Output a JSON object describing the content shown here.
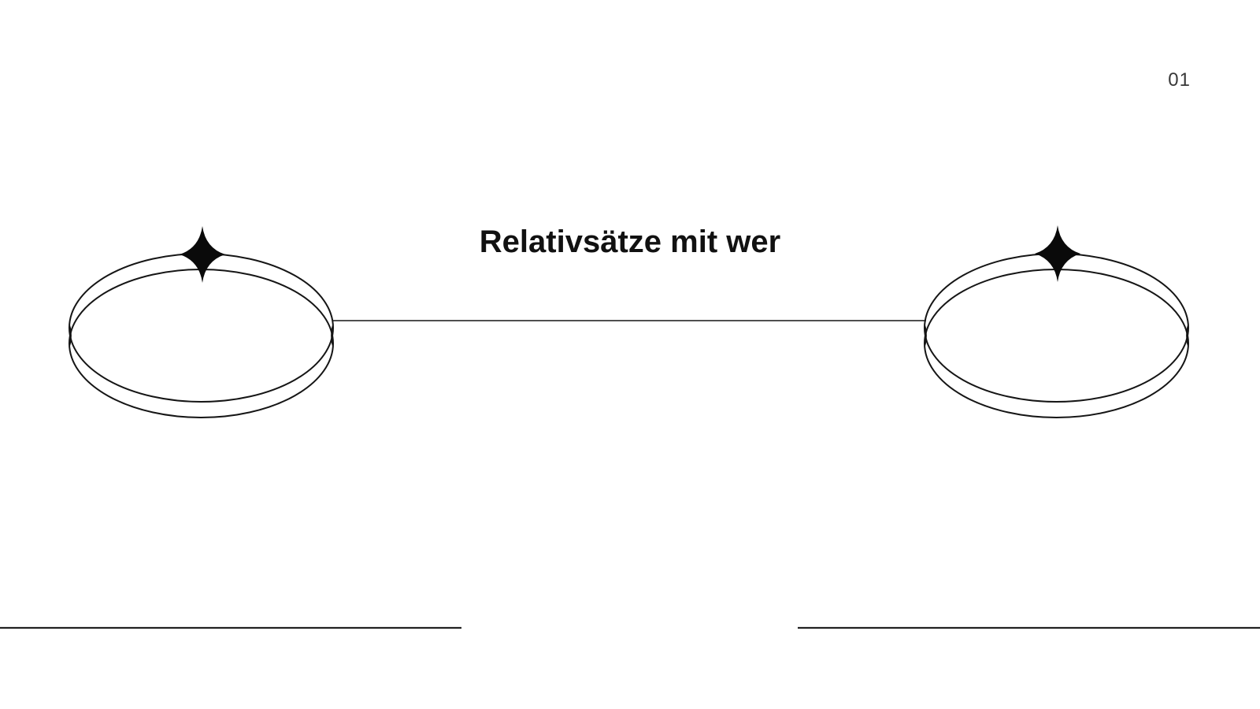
{
  "page": {
    "number": "01",
    "title": "Relativsätze mit wer"
  },
  "colors": {
    "background": "#ffffff",
    "ink": "#151515",
    "title_text": "#111111",
    "page_number_text": "#383838"
  },
  "diagram": {
    "left_node": {
      "shape": "double-ellipse",
      "icon": "sparkle-icon",
      "label": ""
    },
    "right_node": {
      "shape": "double-ellipse",
      "icon": "sparkle-icon",
      "label": ""
    },
    "connector": {
      "type": "horizontal-line"
    },
    "answer_lines": {
      "left": "blank-rule",
      "right": "blank-rule"
    }
  }
}
